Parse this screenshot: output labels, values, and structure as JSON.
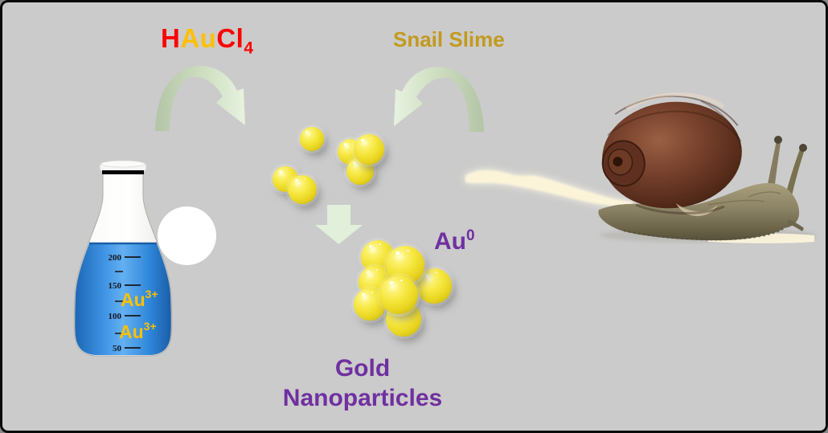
{
  "scene": {
    "background_color": "#cbcbcb",
    "border_color": "#0a0a0a"
  },
  "labels": {
    "reagent": {
      "h": "H",
      "au": "Au",
      "cl": "Cl",
      "subscript": "4"
    },
    "slime_source": "Snail Slime",
    "ion": {
      "symbol": "Au",
      "charge": "3+"
    },
    "reduced": {
      "symbol": "Au",
      "charge": "0"
    },
    "product": {
      "line1": "Gold",
      "line2": "Nanoparticles"
    }
  },
  "flask": {
    "graduations": [
      "200",
      "150",
      "100",
      "50"
    ]
  },
  "colors": {
    "reagent_red": "#fe0000",
    "gold_text": "#ffc000",
    "slime_text": "#c29a1e",
    "purple_text": "#7030a0",
    "arrow_green_light": "#e6f1de",
    "arrow_green_dark": "#b4c4a6",
    "liquid_blue": "#2e86d9",
    "particle_yellow": "#f0e135",
    "slime_cream": "#fcf4d8",
    "shell_brown": "#6d3b27",
    "body_tan": "#8b8365"
  }
}
